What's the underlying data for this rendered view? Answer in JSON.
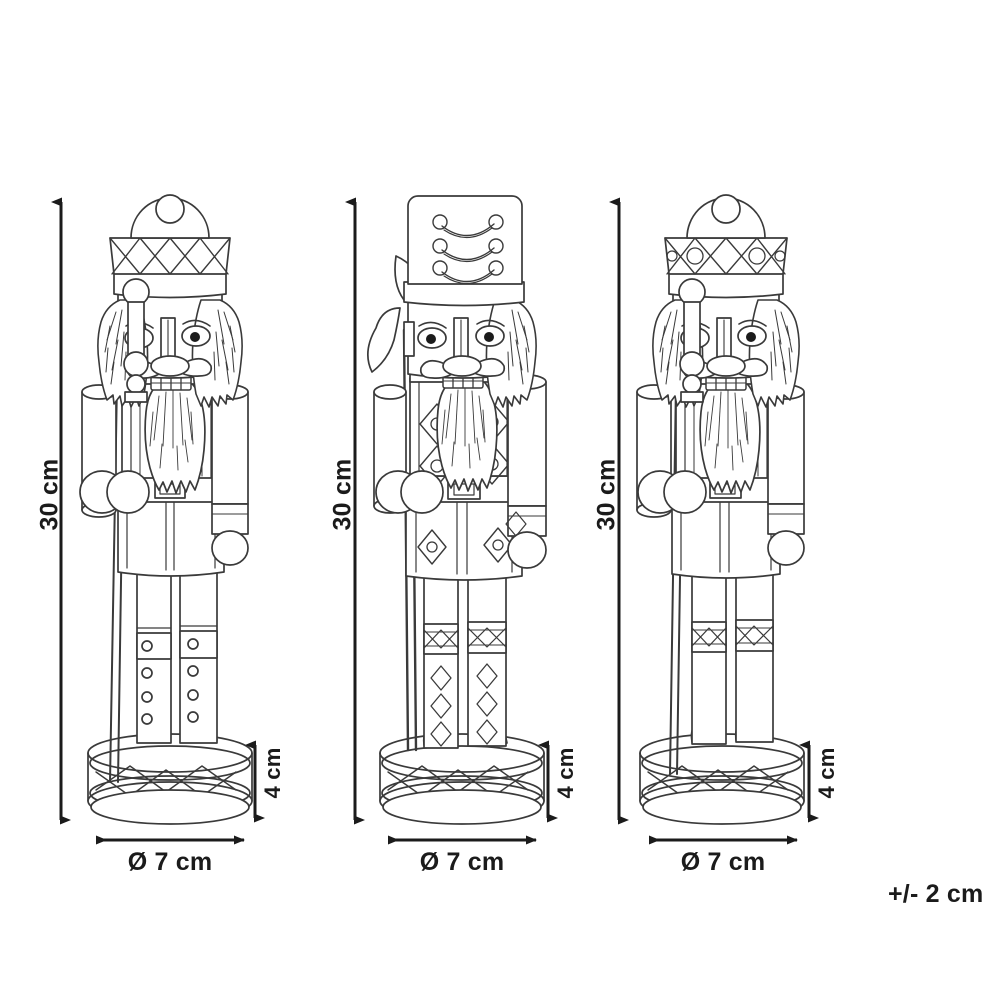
{
  "document": {
    "type": "product-dimension-diagram",
    "subject": "Nutcracker figurines — set of 3",
    "background_color": "#ffffff",
    "line_color": "#3a3a3a",
    "dimension_color": "#1b1b1b"
  },
  "figures": [
    {
      "id": "figure-1",
      "name": "nutcracker-soldier-left",
      "hat_style": "domed crown with pompom and diamond band",
      "holds": "staff",
      "height_label": "30 cm",
      "base_diameter_label": "Ø 7 cm",
      "base_height_label": "4 cm"
    },
    {
      "id": "figure-2",
      "name": "nutcracker-soldier-center",
      "hat_style": "tall square shako with three braid closures",
      "holds": "axe halberd",
      "height_label": "30 cm",
      "base_diameter_label": "Ø 7 cm",
      "base_height_label": "4 cm"
    },
    {
      "id": "figure-3",
      "name": "nutcracker-soldier-right",
      "hat_style": "domed crown with pompom and dotted diamond band",
      "holds": "staff",
      "height_label": "30 cm",
      "base_diameter_label": "Ø 7 cm",
      "base_height_label": "4 cm"
    }
  ],
  "dimensions": {
    "height_1": "30 cm",
    "height_2": "30 cm",
    "height_3": "30 cm",
    "base_height_1": "4 cm",
    "base_height_2": "4 cm",
    "base_height_3": "4 cm",
    "diameter_1": "Ø 7 cm",
    "diameter_2": "Ø 7 cm",
    "diameter_3": "Ø 7 cm"
  },
  "notes": {
    "tolerance": "+/- 2 cm"
  }
}
